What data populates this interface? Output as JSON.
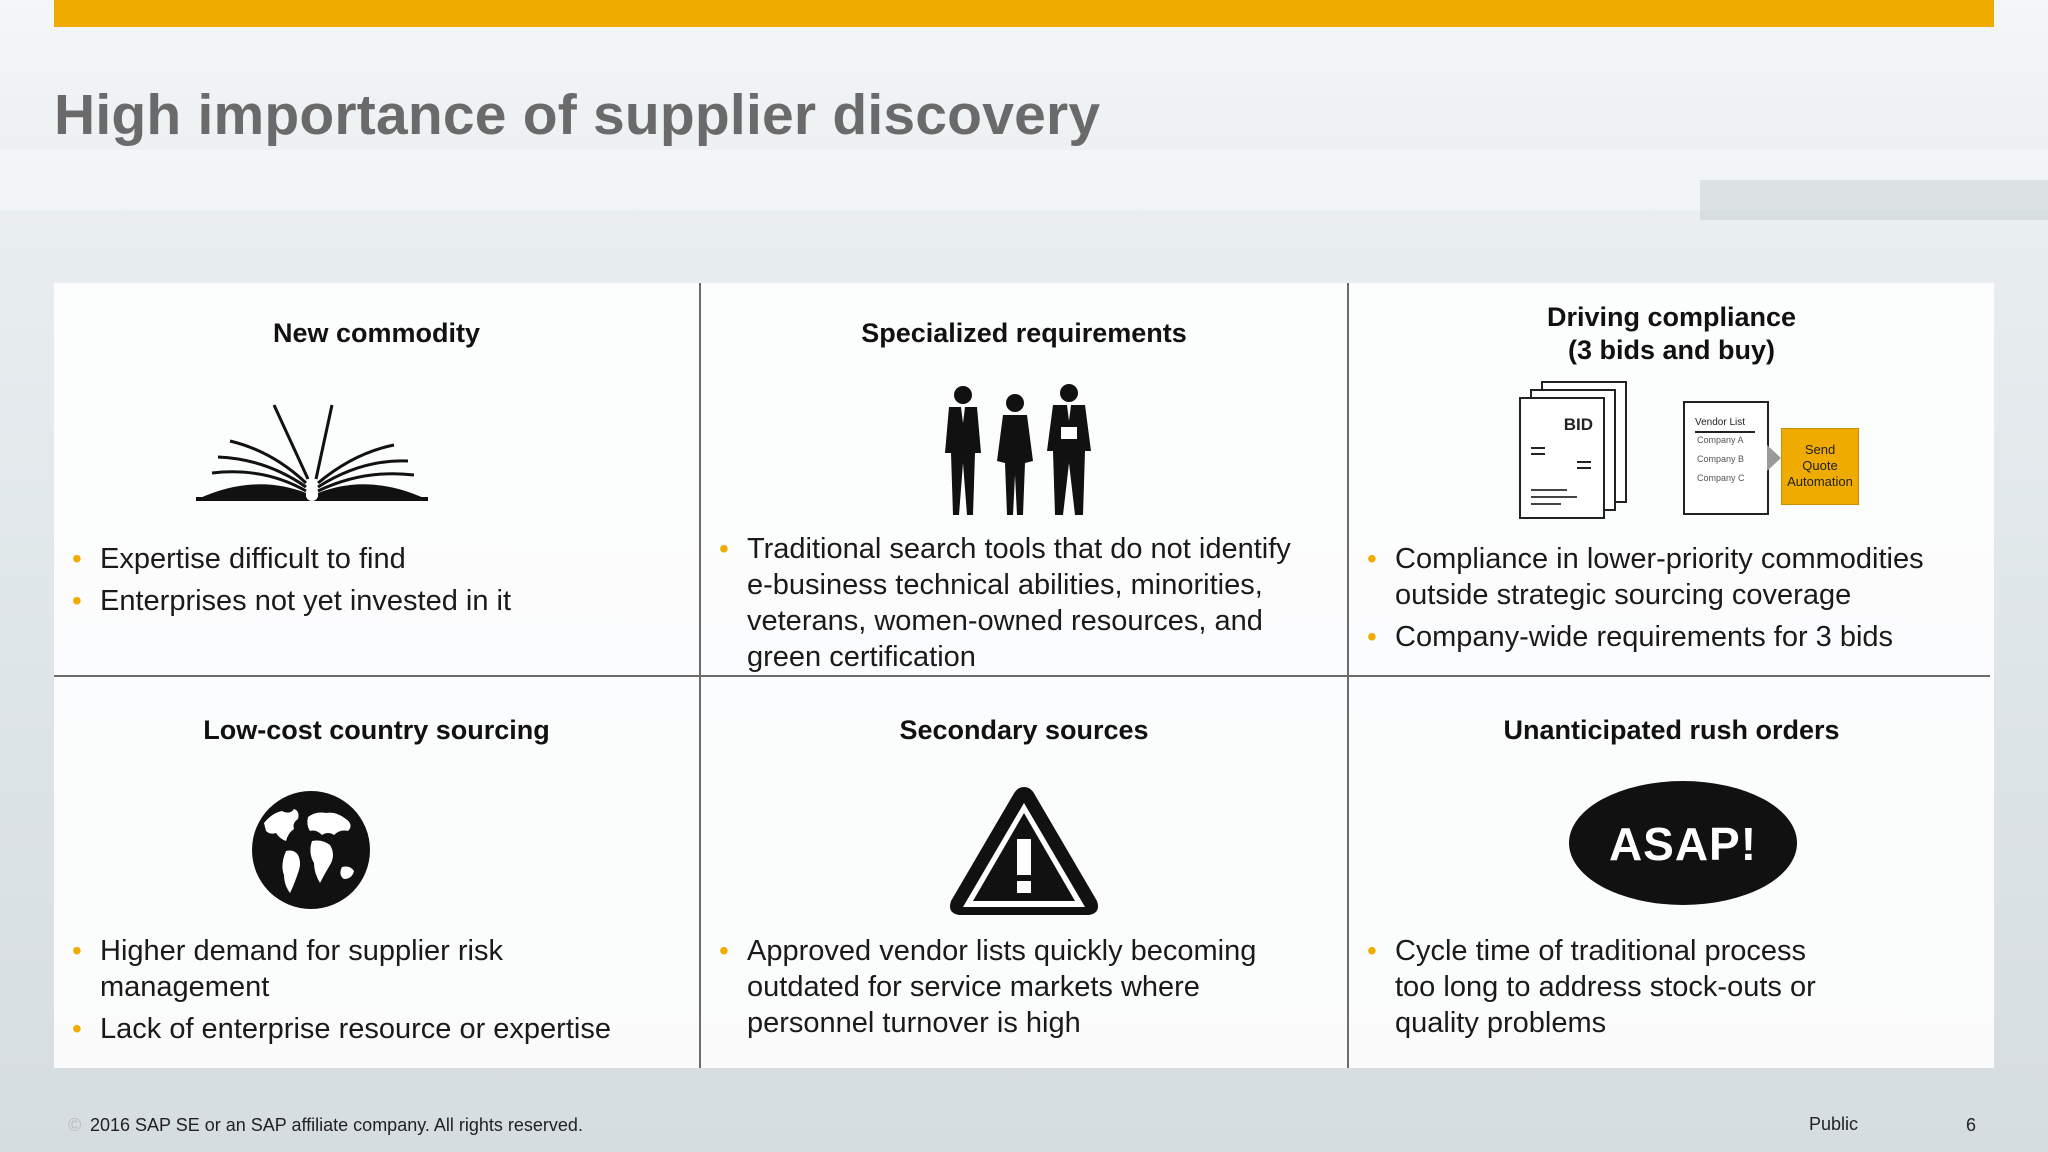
{
  "slide": {
    "title": "High importance of supplier discovery",
    "accent_color": "#efab00"
  },
  "cells": [
    {
      "heading": "New commodity",
      "icon": "open-book-icon",
      "bullets": [
        "Expertise difficult to find",
        "Enterprises not yet invested in it"
      ]
    },
    {
      "heading": "Specialized requirements",
      "icon": "business-people-icon",
      "bullets": [
        "Traditional search tools that do not identify e-business technical abilities, minorities, veterans, women-owned resources, and green certification"
      ]
    },
    {
      "heading_line1": "Driving compliance",
      "heading_line2": "(3 bids and buy)",
      "icon": "bid-documents-icon",
      "bid_label": "BID",
      "vendor_list": {
        "title": "Vendor List",
        "items": [
          "Company A",
          "Company B",
          "Company C"
        ]
      },
      "send_box": [
        "Send",
        "Quote",
        "Automation"
      ],
      "bullets": [
        "Compliance in lower-priority commodities outside strategic sourcing coverage",
        "Company-wide requirements for 3 bids"
      ]
    },
    {
      "heading": "Low-cost country sourcing",
      "icon": "globe-icon",
      "bullets": [
        "Higher demand for supplier risk management",
        "Lack of enterprise resource or expertise"
      ]
    },
    {
      "heading": "Secondary sources",
      "icon": "warning-triangle-icon",
      "bullets": [
        "Approved vendor lists quickly becoming outdated for service markets where personnel turnover is high"
      ]
    },
    {
      "heading": "Unanticipated rush orders",
      "icon": "asap-badge-icon",
      "badge_text": "ASAP!",
      "bullets": [
        "Cycle time of traditional process too long to address stock-outs or quality problems"
      ]
    }
  ],
  "footer": {
    "copyright_symbol": "©",
    "copyright": "2016 SAP SE or an SAP affiliate company. All rights reserved.",
    "classification": "Public",
    "page_number": "6"
  }
}
